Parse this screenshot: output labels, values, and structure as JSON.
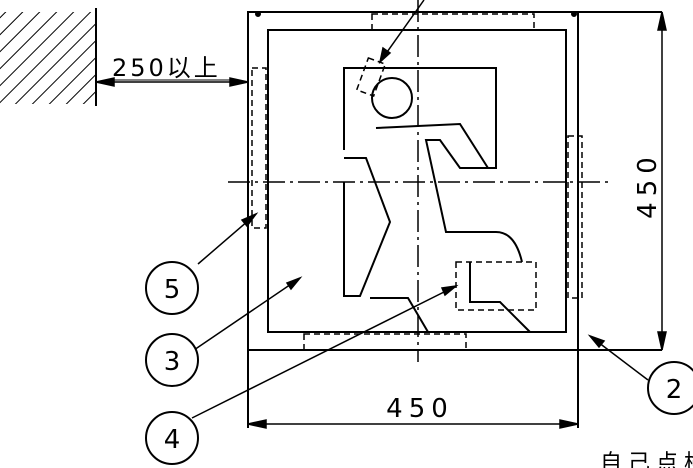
{
  "dimensions": {
    "clearance": "250以上",
    "height": "450",
    "width": "450"
  },
  "callouts": {
    "c2": "2",
    "c3": "3",
    "c4": "4",
    "c5": "5"
  },
  "partial_text": "自己点検"
}
